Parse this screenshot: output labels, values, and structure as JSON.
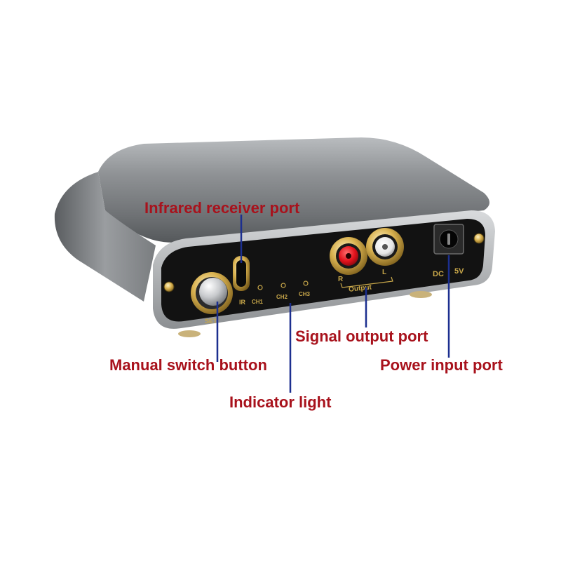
{
  "panel": {
    "set_label": "SET",
    "ir_label": "IR",
    "channels": [
      "CH1",
      "CH2",
      "CH3"
    ],
    "right_label": "R",
    "left_label": "L",
    "output_label": "Output",
    "dc_label": "DC",
    "voltage_label": "5V"
  },
  "callouts": {
    "infrared": "Infrared receiver port",
    "signal": "Signal output port",
    "manual": "Manual switch button",
    "power": "Power input port",
    "indicator": "Indicator light"
  },
  "colors": {
    "callout_text": "#a8121c",
    "pointer_line": "#1c2f8f",
    "panel_gold": "#c9a84a",
    "rca_red": "#e3121c"
  }
}
